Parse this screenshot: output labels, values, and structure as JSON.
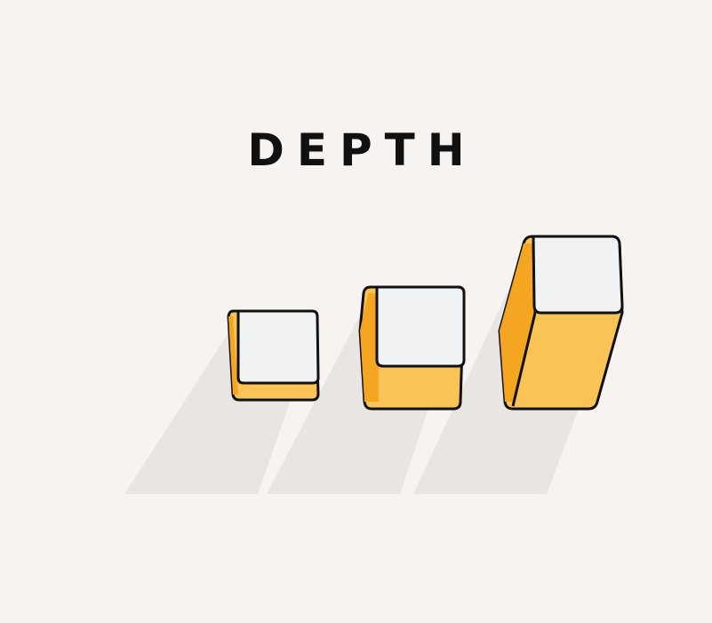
{
  "title": "DEPTH",
  "colors": {
    "background": "#f7f3f1",
    "shadow": "#e9e5e3",
    "face_top": "#f1f2f3",
    "side_light": "#f9c356",
    "side_dark": "#f4a623",
    "outline": "#111111"
  },
  "blocks": [
    {
      "name": "depth-block-small"
    },
    {
      "name": "depth-block-medium"
    },
    {
      "name": "depth-block-large"
    }
  ]
}
